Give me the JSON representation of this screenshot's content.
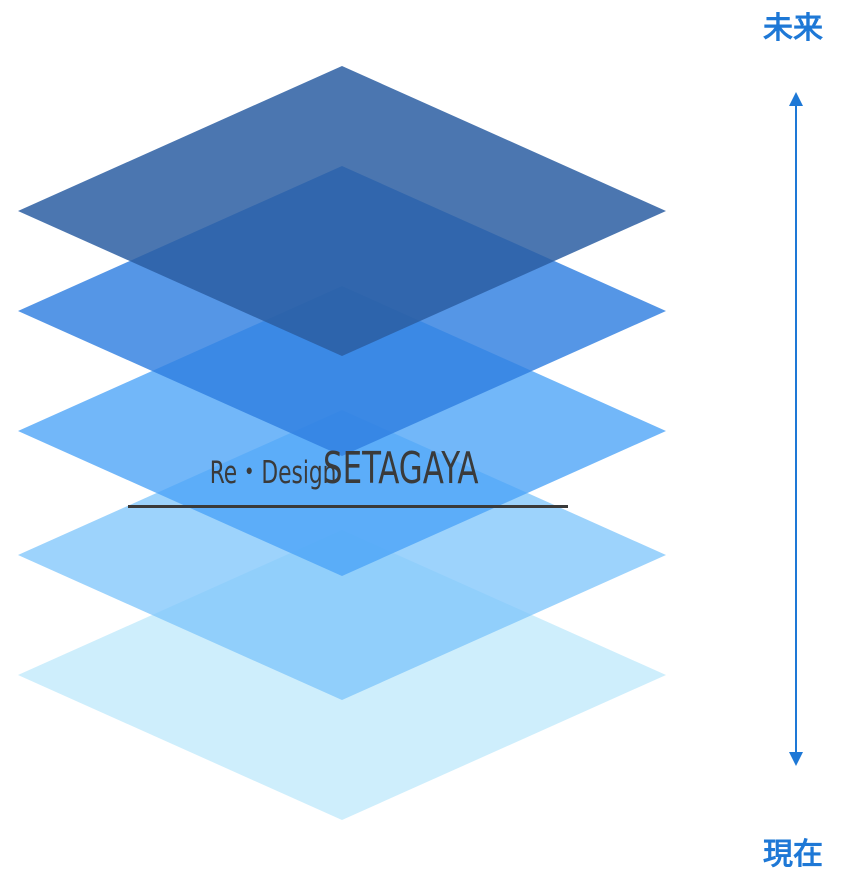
{
  "colors": {
    "accent": "#1e78d6",
    "title_text": "#3a3a3a",
    "layers": [
      "#2b5ea2",
      "#2f7fe0",
      "#4aa3f7",
      "#7cc4fb",
      "#c9ecfc"
    ]
  },
  "time_axis": {
    "top_label": "未来",
    "bottom_label": "現在"
  },
  "layers": [
    {
      "name": "layer-1"
    },
    {
      "name": "layer-2"
    },
    {
      "name": "layer-3"
    },
    {
      "name": "layer-4"
    },
    {
      "name": "layer-5"
    }
  ],
  "title": {
    "prefix": "Re・Design",
    "main": "SETAGAYA"
  }
}
